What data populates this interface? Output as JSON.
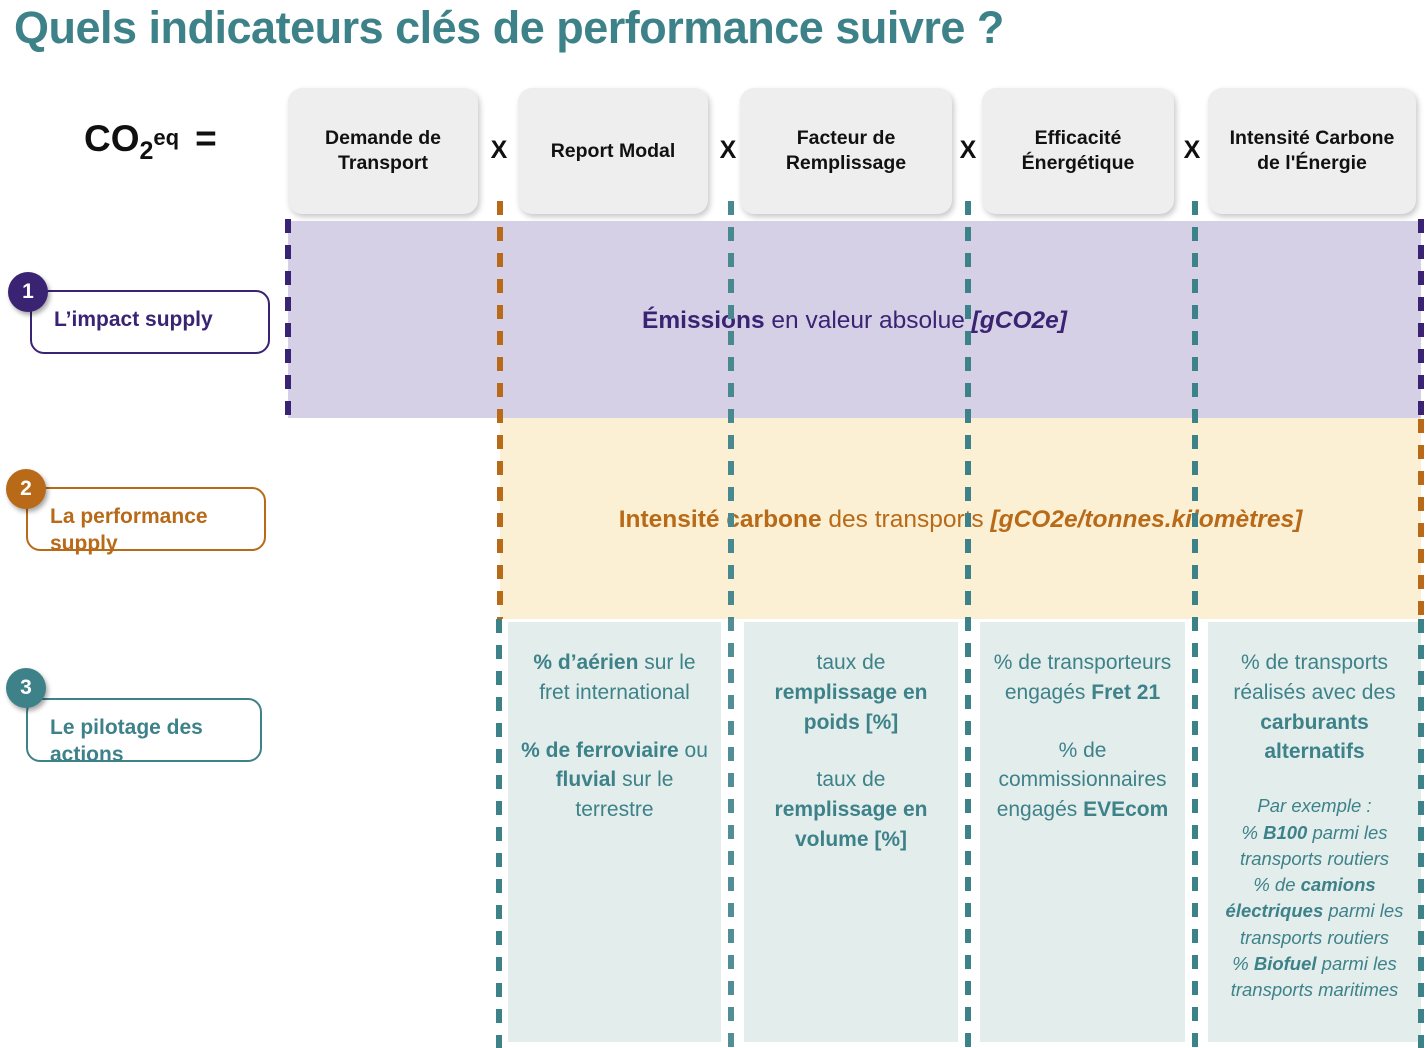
{
  "title": "Quels indicateurs clés de performance suivre ?",
  "formula": {
    "lead": "CO",
    "sub": "2",
    "sup": "eq",
    "equals": "="
  },
  "operator": "X",
  "header_chips": [
    {
      "label": "Demande de Transport"
    },
    {
      "label": "Report Modal"
    },
    {
      "label": "Facteur de Remplissage"
    },
    {
      "label": "Efficacité Énergétique"
    },
    {
      "label": "Intensité Carbone de l'Énergie"
    }
  ],
  "rows": [
    {
      "number": "1",
      "label": "L’impact supply",
      "color": "#3B2374"
    },
    {
      "number": "2",
      "label": "La performance supply",
      "color": "#B86A18"
    },
    {
      "number": "3",
      "label": "Le pilotage des actions",
      "color": "#3E8289"
    }
  ],
  "bands": {
    "impact": {
      "bold": "Émissions",
      "regular": " en valeur absolue ",
      "unit": "[gCO2e]",
      "bg": "#D5D0E6",
      "color": "#3B2374"
    },
    "performance": {
      "bold": "Intensité carbone",
      "regular": " des transports ",
      "unit": "[gCO2e/tonnes.kilomètres]",
      "bg": "#FBF0D3",
      "color": "#B86A18"
    }
  },
  "action_cells": [
    {
      "column": "Report Modal",
      "paragraphs": [
        [
          {
            "t": "% ",
            "b": false
          },
          {
            "t": "d’aérien",
            "b": true
          },
          {
            "t": " sur le fret international",
            "b": false
          }
        ],
        [
          {
            "t": "% de ferroviaire",
            "b": true
          },
          {
            "t": " ou ",
            "b": false
          },
          {
            "t": "fluvial",
            "b": true
          },
          {
            "t": " sur le terrestre",
            "b": false
          }
        ]
      ]
    },
    {
      "column": "Facteur de Remplissage",
      "paragraphs": [
        [
          {
            "t": "taux de ",
            "b": false
          },
          {
            "t": "remplissage en poids [%]",
            "b": true
          }
        ],
        [
          {
            "t": "taux de ",
            "b": false
          },
          {
            "t": "remplissage en volume [%]",
            "b": true
          }
        ]
      ]
    },
    {
      "column": "Efficacité Énergétique",
      "paragraphs": [
        [
          {
            "t": "% de transporteurs engagés ",
            "b": false
          },
          {
            "t": "Fret 21",
            "b": true
          }
        ],
        [
          {
            "t": "% de commissionnaires engagés ",
            "b": false
          },
          {
            "t": "EVEcom",
            "b": true
          }
        ]
      ]
    },
    {
      "column": "Intensité Carbone de l'Énergie",
      "paragraphs": [
        [
          {
            "t": "% de transports réalisés avec des ",
            "b": false
          },
          {
            "t": "carburants alternatifs",
            "b": true
          }
        ]
      ],
      "example": [
        {
          "t": "Par exemple :",
          "b": false
        },
        {
          "t": "\n% ",
          "b": false
        },
        {
          "t": "B100",
          "b": true
        },
        {
          "t": " parmi les transports routiers",
          "b": false
        },
        {
          "t": "\n% de ",
          "b": false
        },
        {
          "t": "camions électriques",
          "b": true
        },
        {
          "t": " parmi les transports routiers",
          "b": false
        },
        {
          "t": "\n% ",
          "b": false
        },
        {
          "t": "Biofuel",
          "b": true
        },
        {
          "t": " parmi les transports maritimes",
          "b": false
        }
      ]
    }
  ],
  "colors": {
    "title": "#3E8289",
    "purple": "#3B2374",
    "orange": "#B86A18",
    "teal": "#3E8289",
    "purple_band": "#D5D0E6",
    "yellow_band": "#FBF0D3",
    "teal_cell": "#E2EDEC",
    "chip_bg": "#EEEEEE"
  }
}
